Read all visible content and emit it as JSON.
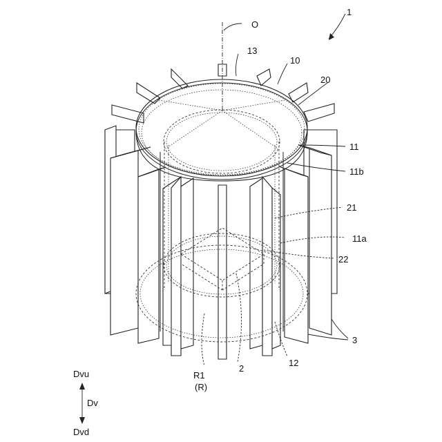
{
  "labels": {
    "device": "1",
    "axis": "O",
    "top_plate": "13",
    "cover": "10",
    "inner_top": "20",
    "wall": "11",
    "wall_b": "11b",
    "cavity": "21",
    "wall_a": "11a",
    "inner_bottom": "22",
    "fins": "3",
    "base": "12",
    "chip": "2",
    "region": "R1",
    "region_sub": "(R)"
  },
  "direction": {
    "up": "Dvu",
    "axis": "Dv",
    "down": "Dvd"
  },
  "colors": {
    "line": "#222222",
    "background": "#ffffff"
  }
}
